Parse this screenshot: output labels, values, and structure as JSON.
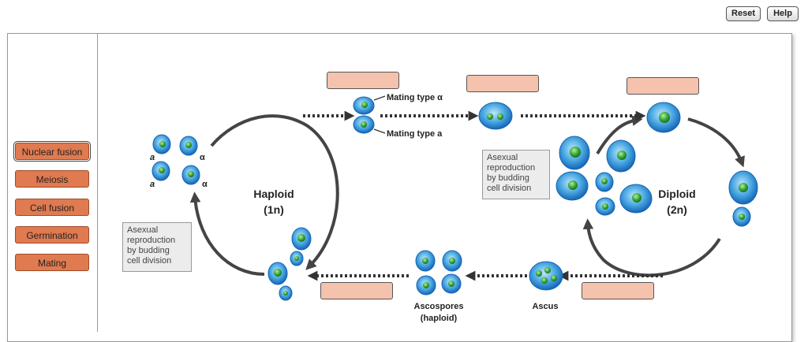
{
  "toolbar": {
    "reset_label": "Reset",
    "help_label": "Help"
  },
  "labels": [
    "Nuclear fusion",
    "Meiosis",
    "Cell fusion",
    "Germination",
    "Mating"
  ],
  "diagram": {
    "mating_alpha": "Mating type α",
    "mating_a": "Mating type a",
    "haploid_title": "Haploid",
    "haploid_ploidy": "(1n)",
    "diploid_title": "Diploid",
    "diploid_ploidy": "(2n)",
    "asexual_left": [
      "Asexual",
      "reproduction",
      "by budding",
      "cell division"
    ],
    "asexual_right": [
      "Asexual",
      "reproduction",
      "by budding",
      "cell division"
    ],
    "ascospores_label": "Ascospores",
    "ascospores_sub": "(haploid)",
    "ascus_label": "Ascus",
    "cell_a": "a",
    "cell_alpha": "α"
  }
}
